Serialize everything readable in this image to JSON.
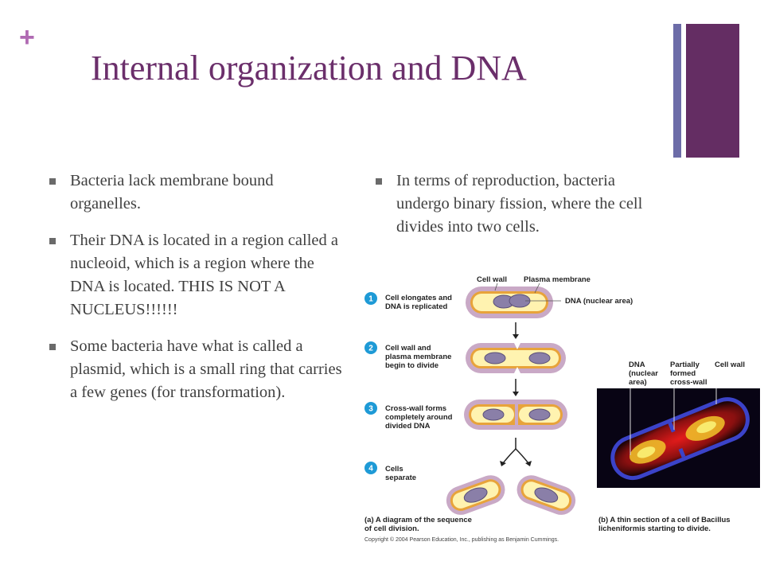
{
  "slide": {
    "plus_mark": "+",
    "title": "Internal organization and DNA"
  },
  "left_bullets": [
    "Bacteria lack membrane bound organelles.",
    "Their DNA is located in a region called a nucleoid, which is a region where the DNA is located. THIS IS NOT A NUCLEUS!!!!!!",
    "Some bacteria have what is called a plasmid, which is a small ring that carries a few genes (for transformation)."
  ],
  "right_bullets": [
    "In terms of reproduction, bacteria undergo binary fission, where the cell divides into two cells."
  ],
  "figure": {
    "steps": [
      {
        "num": "1",
        "line1": "Cell elongates and",
        "line2": "DNA is replicated",
        "line3": ""
      },
      {
        "num": "2",
        "line1": "Cell wall and",
        "line2": "plasma membrane",
        "line3": "begin to divide"
      },
      {
        "num": "3",
        "line1": "Cross-wall forms",
        "line2": "completely around",
        "line3": "divided DNA"
      },
      {
        "num": "4",
        "line1": "Cells",
        "line2": "separate",
        "line3": ""
      }
    ],
    "labels": {
      "cell_wall": "Cell wall",
      "plasma_membrane": "Plasma membrane",
      "dna_nuclear_area": "DNA (nuclear area)",
      "dna_line1": "DNA",
      "dna_line2": "(nuclear",
      "dna_line3": "area)",
      "partial_line1": "Partially",
      "partial_line2": "formed",
      "partial_line3": "cross-wall",
      "cell_wall_b": "Cell wall"
    },
    "caption_a": {
      "line1": "(a) A diagram of the sequence",
      "line2": "of cell division."
    },
    "caption_b": {
      "line1": "(b) A thin section of a cell of Bacillus",
      "line2": "licheniformis starting to divide."
    },
    "copyright": "Copyright © 2004 Pearson Education, Inc., publishing as Benjamin Cummings."
  },
  "colors": {
    "title": "#6b2f6b",
    "plus": "#b06ab3",
    "bar_thin": "#6c6ca8",
    "bar_wide": "#642d63",
    "step_circle": "#1e9ad6",
    "cell_wall": "#c9a9c6",
    "cytoplasm": "#fff3b0"
  }
}
